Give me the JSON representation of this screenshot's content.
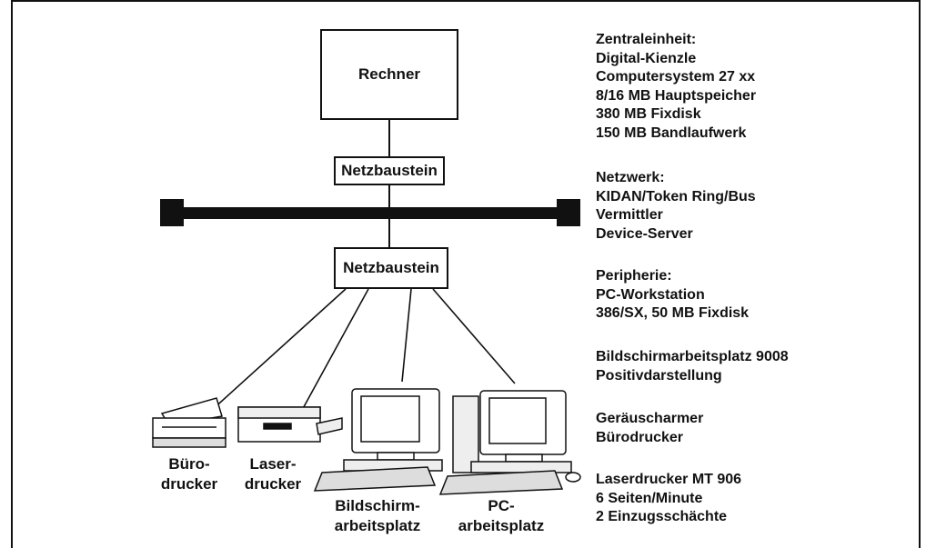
{
  "diagram": {
    "rechner": "Rechner",
    "netz_top": "Netzbaustein",
    "netz_bottom": "Netzbaustein",
    "devices": [
      {
        "label_1": "Büro-",
        "label_2": "drucker"
      },
      {
        "label_1": "Laser-",
        "label_2": "drucker"
      },
      {
        "label_1": "Bildschirm-",
        "label_2": "arbeitsplatz"
      },
      {
        "label_1": "PC-",
        "label_2": "arbeitsplatz"
      }
    ]
  },
  "specs": {
    "zentral": {
      "heading": "Zentraleinheit:",
      "lines": [
        "Digital-Kienzle",
        "Computersystem 27 xx",
        "8/16 MB Hauptspeicher",
        "380 MB Fixdisk",
        "150 MB Bandlaufwerk"
      ]
    },
    "netzwerk": {
      "heading": "Netzwerk:",
      "lines": [
        "KIDAN/Token Ring/Bus",
        "Vermittler",
        "Device-Server"
      ]
    },
    "peripherie": {
      "heading": "Peripherie:",
      "lines": [
        "PC-Workstation",
        "386/SX, 50 MB Fixdisk"
      ]
    },
    "bildschirm": {
      "lines": [
        "Bildschirmarbeitsplatz 9008",
        "Positivdarstellung"
      ]
    },
    "geraeusch": {
      "lines": [
        "Geräuscharmer",
        "Bürodrucker"
      ]
    },
    "laser": {
      "lines": [
        "Laserdrucker MT 906",
        "6 Seiten/Minute",
        "2 Einzugsschächte"
      ]
    }
  }
}
